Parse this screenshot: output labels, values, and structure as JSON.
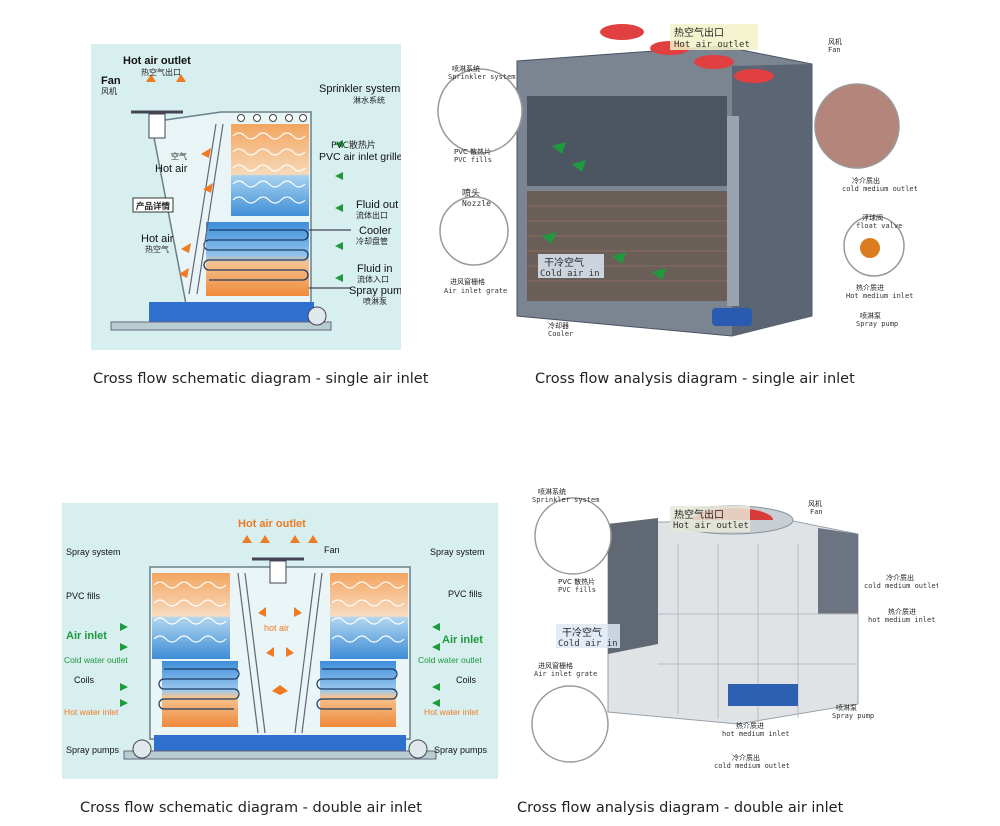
{
  "captions": {
    "tl": "Cross flow schematic diagram - single air inlet",
    "tr": "Cross flow analysis diagram - single air inlet",
    "bl": "Cross flow schematic diagram - double air inlet",
    "br": "Cross flow analysis diagram - double air inlet"
  },
  "schematic_single": {
    "hot_air_outlet": "Hot air outlet",
    "hot_air_outlet_zh": "热空气出口",
    "fan": "Fan",
    "fan_zh": "风机",
    "sprinkler": "Sprinkler system",
    "sprinkler_zh": "淋水系统",
    "pvc": "PVC散热片",
    "pvc_en": "PVC air inlet grille",
    "hot_air_zh": "空气",
    "hot_air": "Hot air",
    "product_tag": "产品详情",
    "fluid_out": "Fluid out",
    "fluid_out_zh": "流体出口",
    "cooler": "Cooler",
    "cooler_zh": "冷却盘管",
    "hot_air2": "Hot air",
    "hot_air2_zh": "热空气",
    "fluid_in": "Fluid in",
    "fluid_in_zh": "流体入口",
    "spray_pump": "Spray pump",
    "spray_pump_zh": "喷淋泵"
  },
  "analysis_single": {
    "hot_air_outlet_zh": "热空气出口",
    "hot_air_outlet": "Hot air outlet",
    "sprinkler_zh": "喷淋系统",
    "sprinkler": "Sprinkler system",
    "fan_zh": "风机",
    "fan": "Fan",
    "pvc_zh": "PVC 散热片",
    "pvc": "PVC fills",
    "nozzle_zh": "喷头",
    "nozzle": "Nozzle",
    "cold_outlet_zh": "冷介质出",
    "cold_outlet": "cold medium outlet",
    "float_zh": "浮球阀",
    "float": "float valve",
    "cold_air_zh": "干冷空气",
    "cold_air": "Cold air in",
    "grate_zh": "进风窗栅格",
    "grate": "Air inlet grate",
    "hot_inlet_zh": "热介质进",
    "hot_inlet": "Hot medium inlet",
    "spray_zh": "喷淋泵",
    "spray": "Spray pump",
    "cooler_zh": "冷却器",
    "cooler": "Cooler"
  },
  "schematic_double": {
    "hot_air_outlet": "Hot air outlet",
    "fan": "Fan",
    "spray_l": "Spray system",
    "spray_r": "Spray system",
    "pvc_l": "PVC fills",
    "pvc_r": "PVC fills",
    "hot_air": "hot air",
    "air_inlet_l": "Air inlet",
    "air_inlet_r": "Air inlet",
    "cold_out_l": "Cold water outlet",
    "cold_out_r": "Cold water outlet",
    "coils_l": "Coils",
    "coils_r": "Coils",
    "hot_in_l": "Hot water inlet",
    "hot_in_r": "Hot water inlet",
    "pumps_l": "Spray pumps",
    "pumps_r": "Spray pumps"
  },
  "analysis_double": {
    "sprinkler_zh": "喷淋系统",
    "sprinkler": "Sprinkler system",
    "fan_zh": "风机",
    "fan": "Fan",
    "hot_air_outlet_zh": "热空气出口",
    "hot_air_outlet": "Hot air outlet",
    "pvc_zh": "PVC 散热片",
    "pvc": "PVC fills",
    "cold_outlet_zh": "冷介质出",
    "cold_outlet": "cold medium outlet",
    "hot_inlet_zh": "热介质进",
    "hot_inlet": "hot medium inlet",
    "cold_air_zh": "干冷空气",
    "cold_air": "Cold air in",
    "grate_zh": "进风窗栅格",
    "grate": "Air inlet grate",
    "spray_zh": "喷淋泵",
    "spray": "Spray pump",
    "hot_inlet2_zh": "热介质进",
    "hot_inlet2": "hot medium inlet",
    "cold_outlet2_zh": "冷介质出",
    "cold_outlet2": "cold medium outlet"
  }
}
